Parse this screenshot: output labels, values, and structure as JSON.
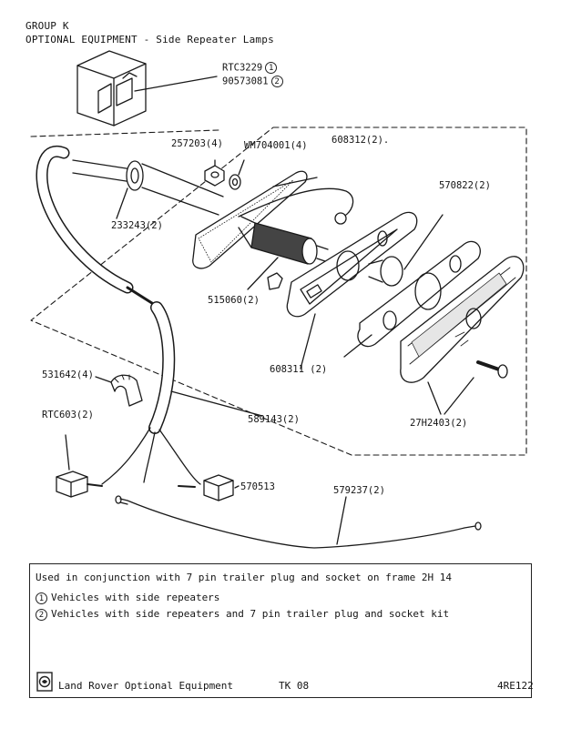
{
  "header": {
    "group": "GROUP K",
    "section": "OPTIONAL EQUIPMENT - Side Repeater Lamps"
  },
  "callouts": {
    "rtc3229": "RTC3229",
    "rtc3229_marker": "1",
    "n90573081": "90573081",
    "n90573081_marker": "2",
    "n257203": "257203(4)",
    "wm704001": "WM704001(4)",
    "n608312": "608312(2).",
    "n233243": "233243(2)",
    "n570822": "570822(2)",
    "n515060": "515060(2)",
    "n531642": "531642(4)",
    "n608311": "608311 (2)",
    "rtc603": "RTC603(2)",
    "n589143": "589143(2)",
    "n27h2403": "27H2403(2)",
    "n570513": "570513",
    "n579237": "579237(2)"
  },
  "notes": {
    "usage": "Used in conjunction with 7 pin trailer plug and socket on frame 2H 14",
    "note1_marker": "1",
    "note1": "Vehicles with side repeaters",
    "note2_marker": "2",
    "note2": "Vehicles with side repeaters and 7 pin trailer plug and socket kit"
  },
  "footer": {
    "title": "Land Rover Optional Equipment",
    "page": "TK 08",
    "ref": "4RE122"
  }
}
